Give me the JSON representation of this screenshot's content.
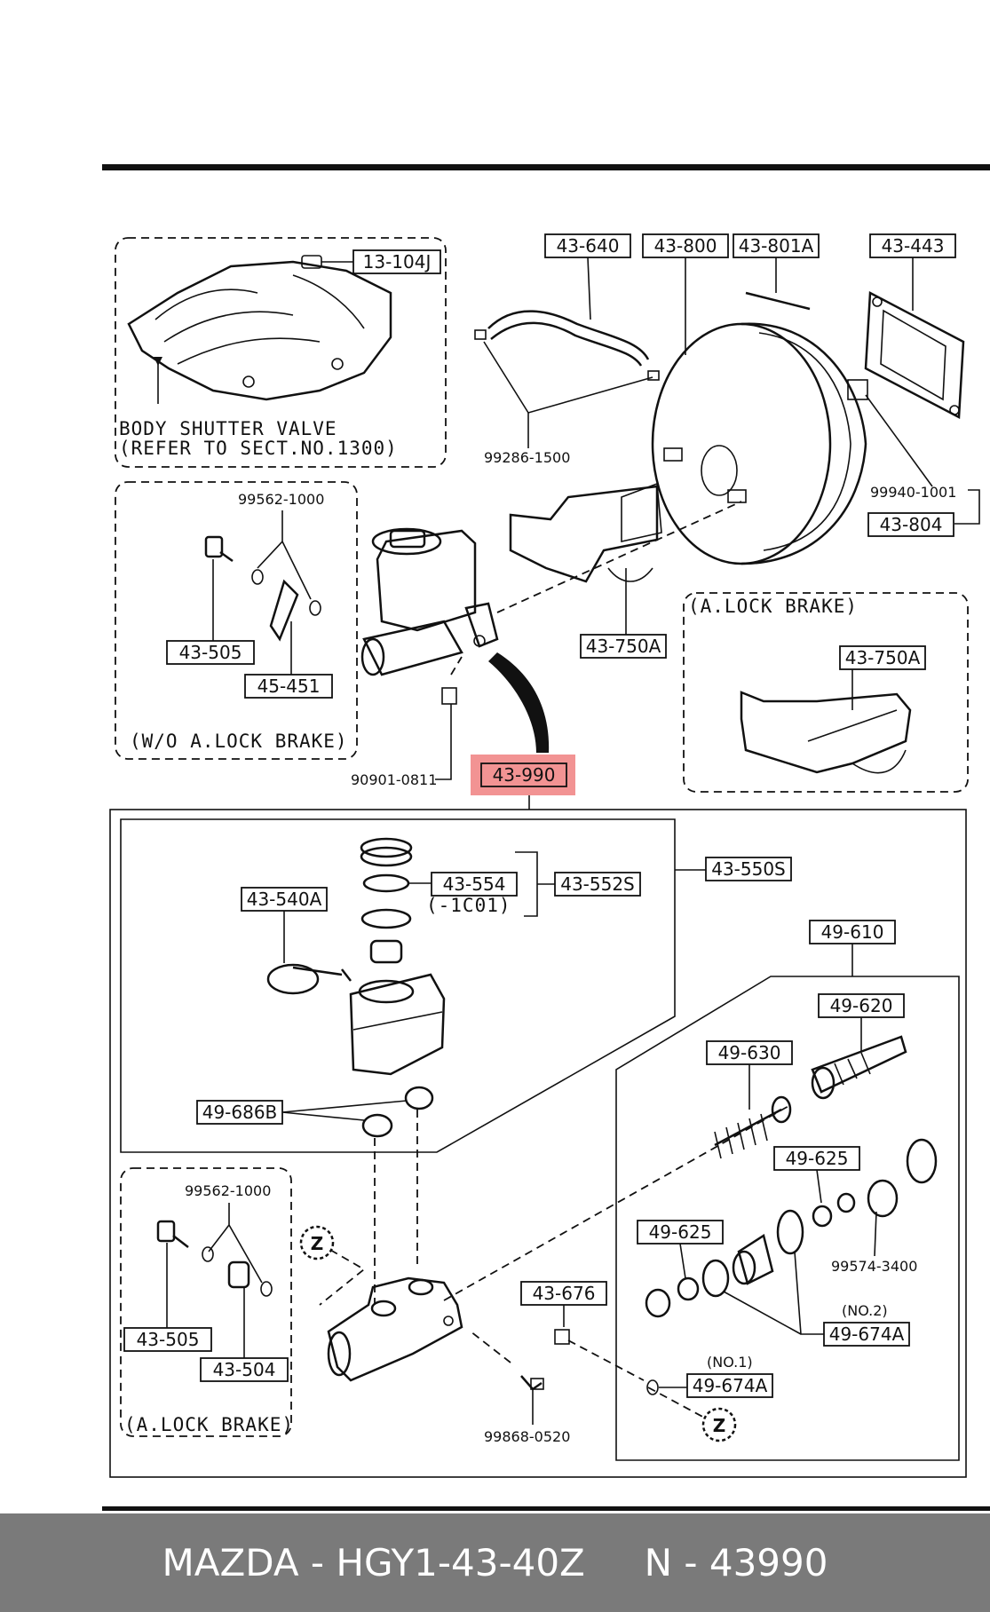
{
  "labels": {
    "l13104j": "13-104J",
    "l43640": "43-640",
    "l43800": "43-800",
    "l43801a": "43-801A",
    "l43443": "43-443",
    "l99286": "99286-1500",
    "l99940": "99940-1001",
    "l43804": "43-804",
    "l99562a": "99562-1000",
    "l43505a": "43-505",
    "l45451": "45-451",
    "l43750a_main": "43-750A",
    "l43750a_box": "43-750A",
    "l90901": "90901-0811",
    "l43990": "43-990",
    "l43554": "43-554",
    "l1c01": "(-1C01)",
    "l43552s": "43-552S",
    "l43550s": "43-550S",
    "l43540a": "43-540A",
    "l49610": "49-610",
    "l49620": "49-620",
    "l49630": "49-630",
    "l49686b": "49-686B",
    "l49625a": "49-625",
    "l49625b": "49-625",
    "l99574": "99574-3400",
    "l99562b": "99562-1000",
    "l43505b": "43-505",
    "l43504": "43-504",
    "l43676": "43-676",
    "lno2": "(NO.2)",
    "l49674a_2": "49-674A",
    "lno1": "(NO.1)",
    "l49674a_1": "49-674A",
    "l99868": "99868-0520",
    "zmark1": "Z",
    "zmark2": "Z"
  },
  "captions": {
    "shutter1": "BODY SHUTTER VALVE",
    "shutter2": "(REFER TO SECT.NO.1300)",
    "wo_abs": "(W/O A.LOCK BRAKE)",
    "abs_top": "(A.LOCK BRAKE)",
    "abs_bottom": "(A.LOCK BRAKE)"
  },
  "highlight_color": "#f08080",
  "footer": {
    "brand_part": "MAZDA - HGY1-43-40Z",
    "ref": "N - 43990"
  }
}
